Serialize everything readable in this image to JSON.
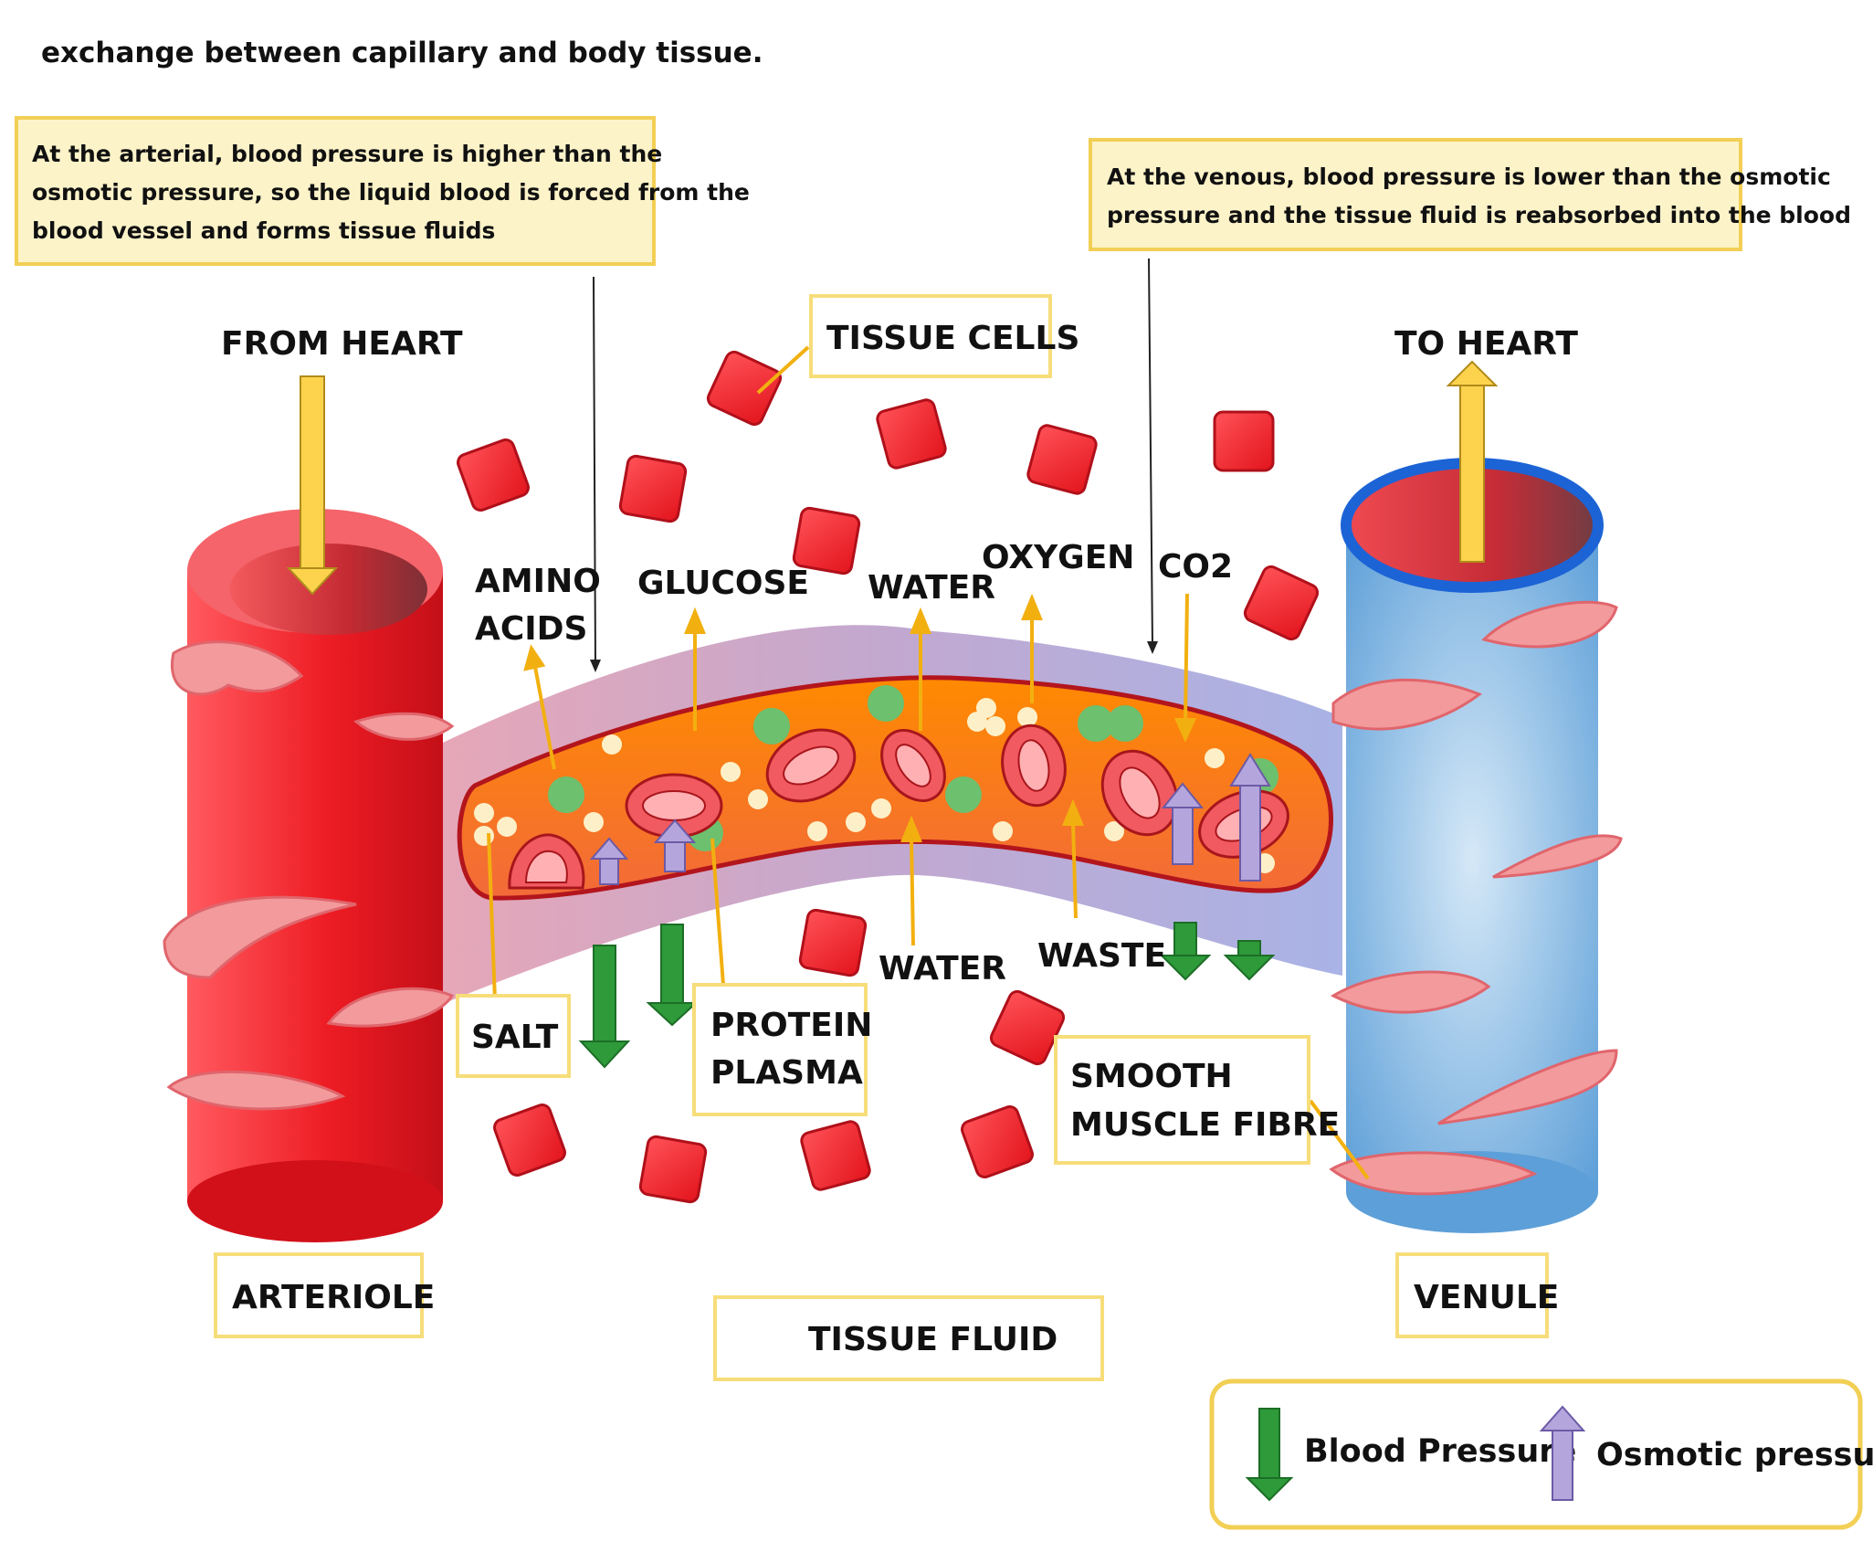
{
  "title": "exchange between capillary and body tissue.",
  "notes": {
    "arterial": [
      "At the arterial, blood pressure is higher than the",
      "osmotic pressure, so the liquid blood is forced from the",
      "blood vessel and forms tissue fluids"
    ],
    "venous": [
      "At the venous, blood pressure is lower than the osmotic",
      "pressure and the tissue fluid is reabsorbed into the blood"
    ]
  },
  "labels": {
    "from_heart": "FROM HEART",
    "to_heart": "TO HEART",
    "tissue_cells": "TISSUE CELLS",
    "amino_acids": [
      "AMINO",
      "ACIDS"
    ],
    "glucose": "GLUCOSE",
    "water_out": "WATER",
    "oxygen": "OXYGEN",
    "co2": "CO2",
    "salt": "SALT",
    "protein_plasma": [
      "PROTEIN",
      "PLASMA"
    ],
    "water_in": "WATER",
    "waste": "WASTE",
    "smooth_muscle": [
      "SMOOTH",
      "MUSCLE FIBRE"
    ],
    "arteriole": "ARTERIOLE",
    "tissue_fluid": "TISSUE FLUID",
    "venule": "VENULE"
  },
  "legend": {
    "blood_pressure": "Blood Pressure",
    "osmotic_pressure": "Osmotic pressure"
  },
  "colors": {
    "note_fill": "#fdf3c9",
    "note_border": "#f2cf55",
    "arteriole": "#e8141d",
    "venule": "#7fb7e0",
    "venule_rim": "#1c63d6",
    "plasma": "#f5781e",
    "tissue_cell": "#e8242e",
    "blood_pressure_arrow": "#2e9a3a",
    "osmotic_arrow": "#b4a6dc",
    "flow_arrow": "#fdd34e",
    "muscle_fibre": "#f29a9c"
  }
}
